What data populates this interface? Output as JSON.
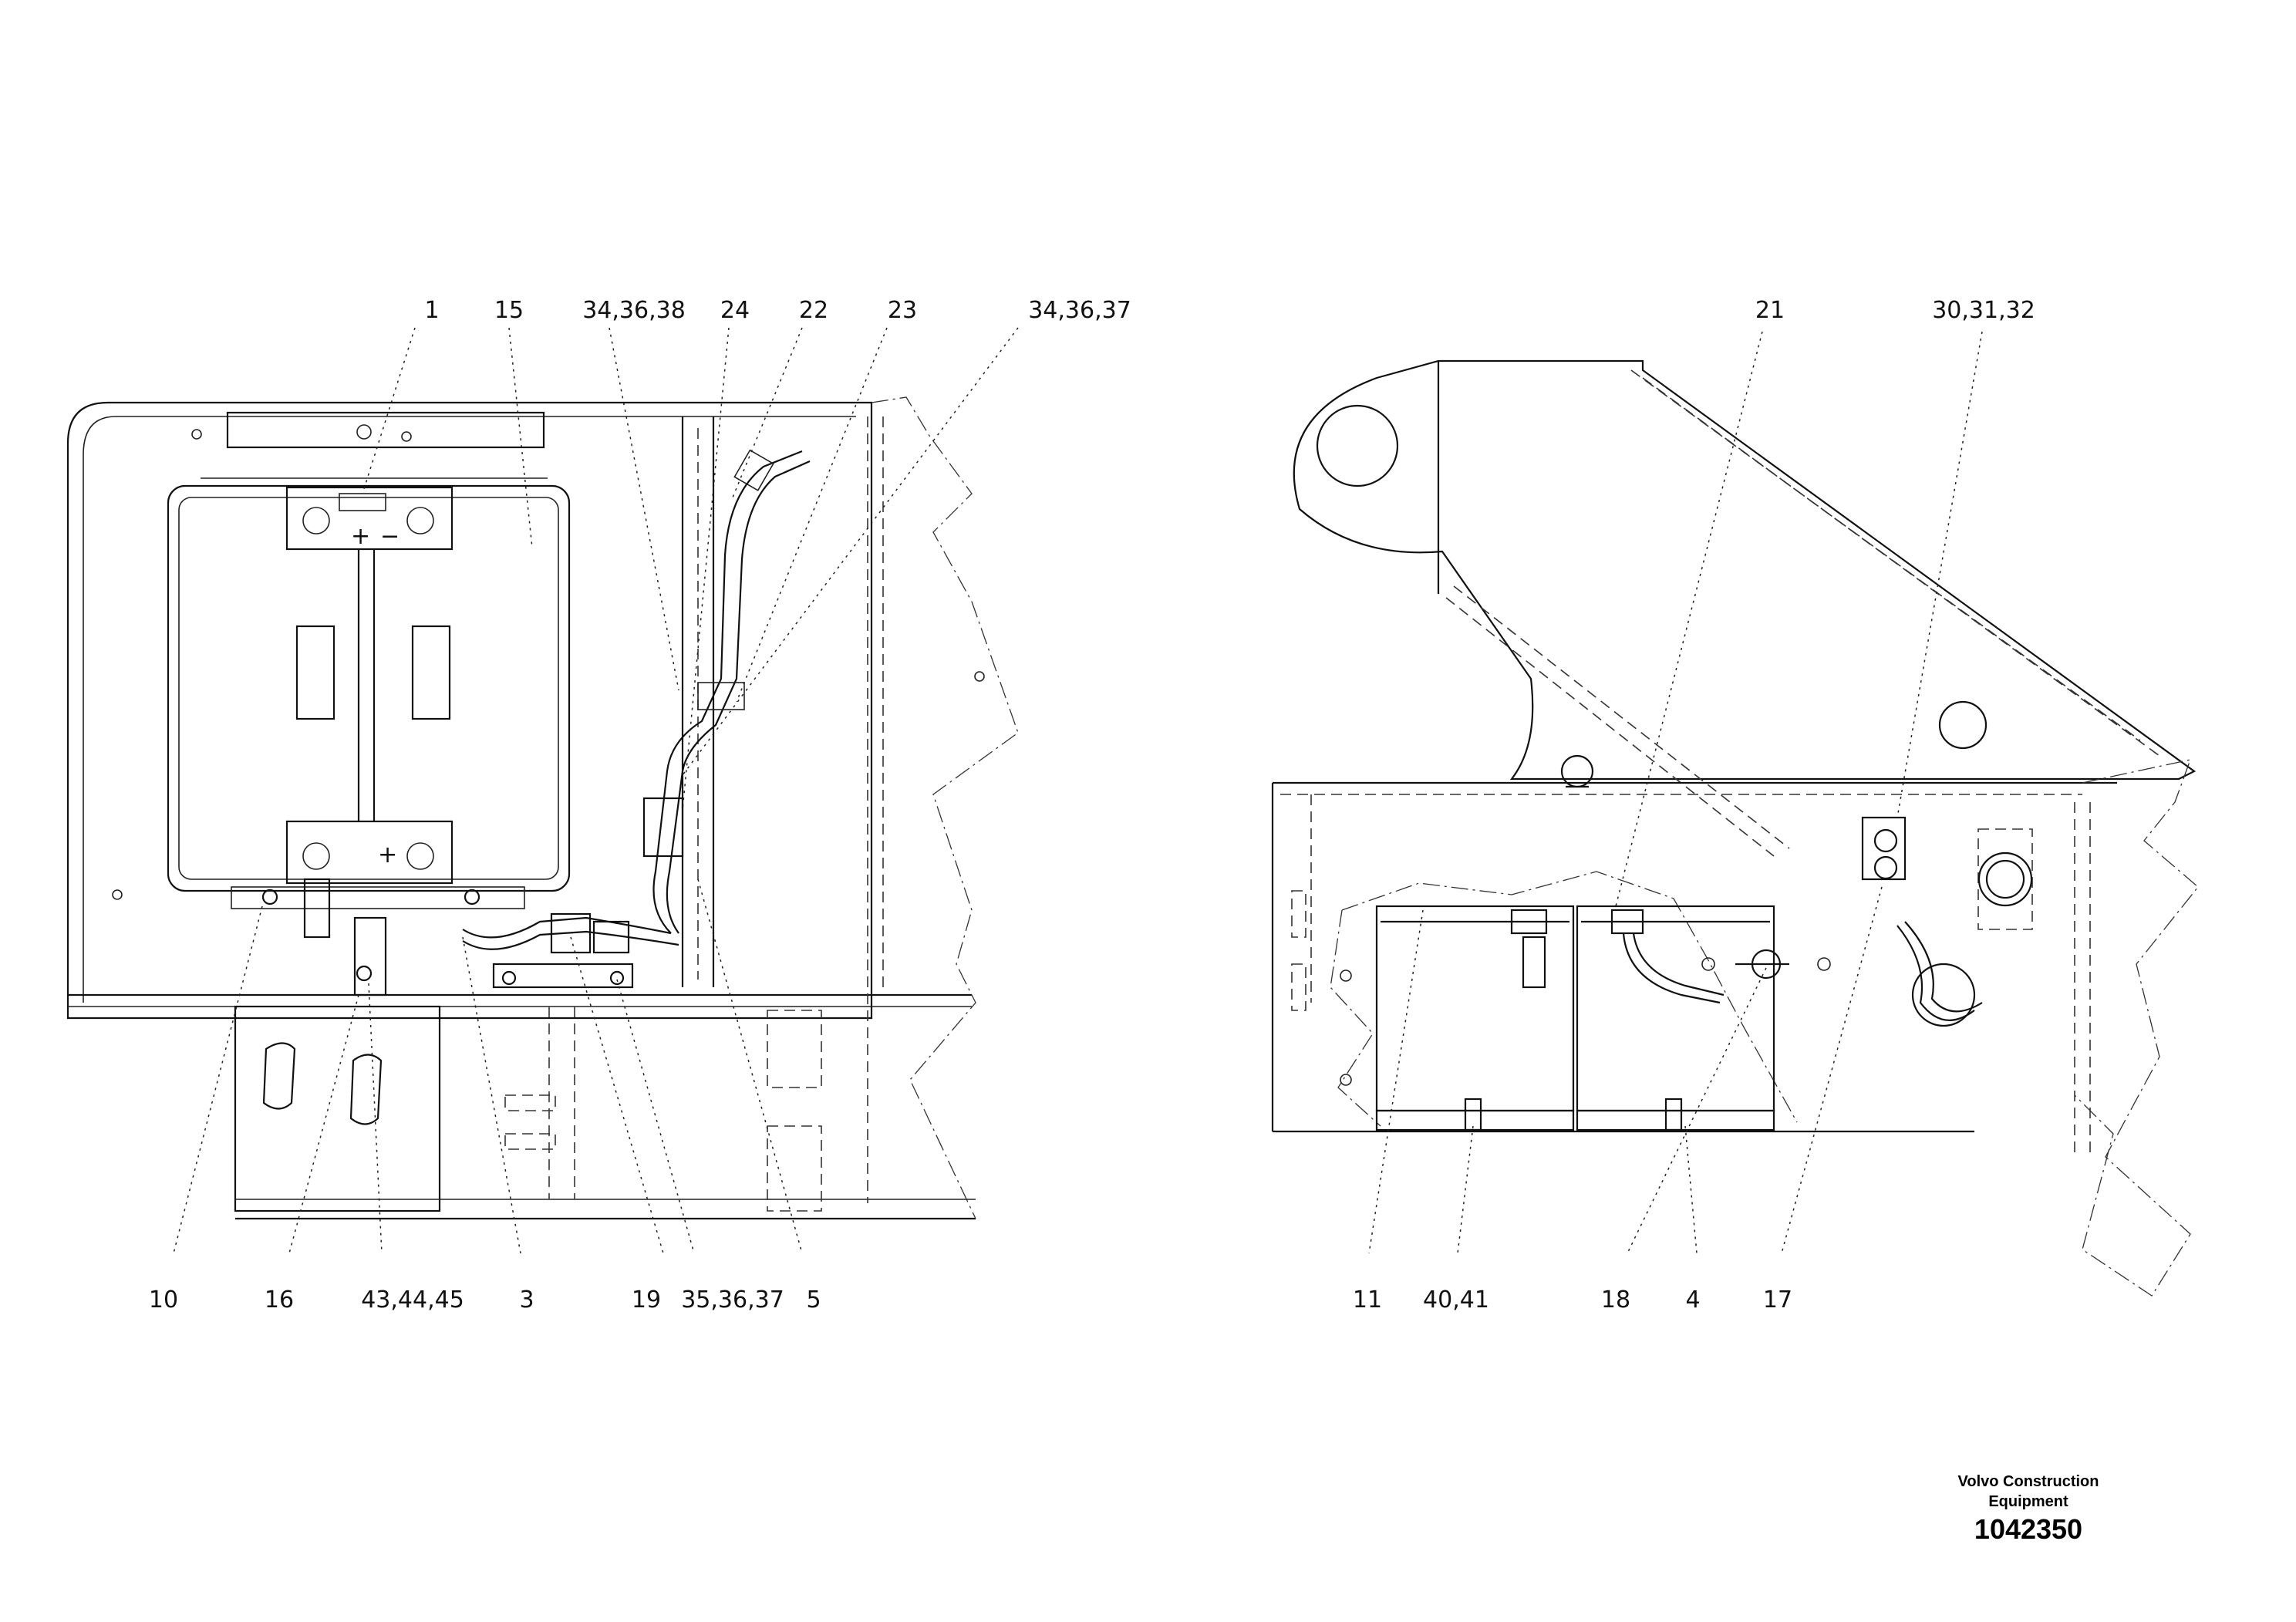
{
  "left_view": {
    "top_callouts": [
      "1",
      "15",
      "34,36,38",
      "24",
      "22",
      "23",
      "34,36,37"
    ],
    "bottom_callouts": [
      "10",
      "16",
      "43,44,45",
      "3",
      "19",
      "35,36,37",
      "5"
    ]
  },
  "right_view": {
    "top_callouts": [
      "21",
      "30,31,32"
    ],
    "bottom_callouts": [
      "11",
      "40,41",
      "18",
      "4",
      "17"
    ]
  },
  "battery_symbols": {
    "plus": "+",
    "minus": "−"
  },
  "footer": {
    "company_line1": "Volvo Construction",
    "company_line2": "Equipment",
    "doc_number": "1042350"
  }
}
